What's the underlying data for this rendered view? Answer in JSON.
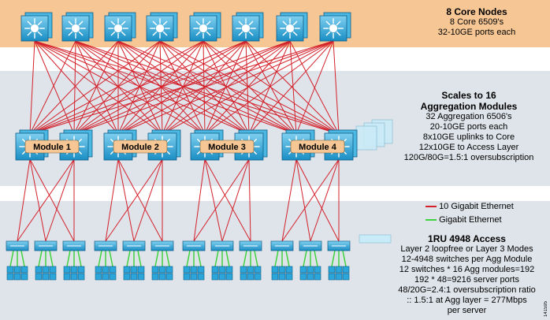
{
  "core": {
    "title": "8 Core Nodes",
    "lines": [
      "8 Core 6509's",
      "32-10GE ports each"
    ]
  },
  "aggregation": {
    "title_lines": [
      "Scales to 16",
      "Aggregation Modules"
    ],
    "lines": [
      "32 Aggregation 6506's",
      "20-10GE ports each",
      "8x10GE uplinks to Core",
      "12x10GE to Access Layer",
      "120G/80G=1.5:1 oversubscription"
    ],
    "modules": [
      "Module 1",
      "Module 2",
      "Module 3",
      "Module 4"
    ]
  },
  "legend": {
    "items": [
      {
        "label": "10 Gigabit Ethernet",
        "color": "#d4202a"
      },
      {
        "label": "Gigabit Ethernet",
        "color": "#3fd23f"
      }
    ]
  },
  "access": {
    "title": "1RU 4948 Access",
    "lines": [
      "Layer 2 loopfree or Layer 3 Modes",
      "12-4948 switches per Agg Module",
      "12 switches * 16 Agg modules=192",
      "192 * 48=9216 server ports",
      "48/20G=2.4:1 oversubscription ratio",
      ":: 1.5:1 at Agg layer = 277Mbps",
      "per server"
    ]
  },
  "figure_id": "141595",
  "icons": {
    "core_switch": "multilayer-switch-icon",
    "agg_switch": "multilayer-switch-icon",
    "access_switch": "workgroup-switch-icon",
    "server": "server-icon"
  }
}
